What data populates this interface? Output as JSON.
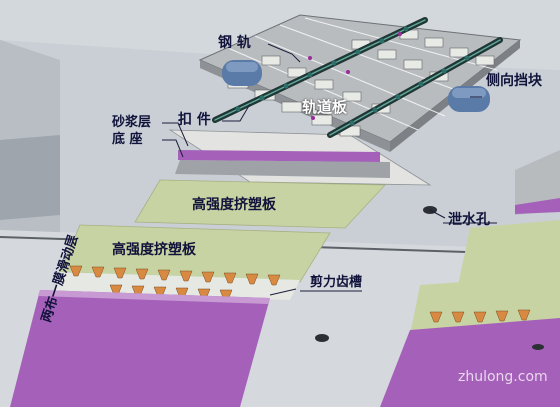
{
  "labels": {
    "rail": "钢  轨",
    "fastener": "扣  件",
    "track_slab": "轨道板",
    "side_block": "侧向挡块",
    "mortar_layer": "砂浆层",
    "base": "底  座",
    "xps_board_1": "高强度挤塑板",
    "xps_board_2": "高强度挤塑板",
    "drain_hole": "泄水孔",
    "shear_groove": "剪力齿槽",
    "sliding_layer": "两布一膜滑动层"
  },
  "watermark": "zhulong.com",
  "colors": {
    "background": "#c9cfd5",
    "track_slab": "#b9bcbf",
    "xps_board": "#c8d3a3",
    "sliding_layer": "#a561b9",
    "side_block": "#5a7aa8",
    "rail": "#1f3634"
  }
}
